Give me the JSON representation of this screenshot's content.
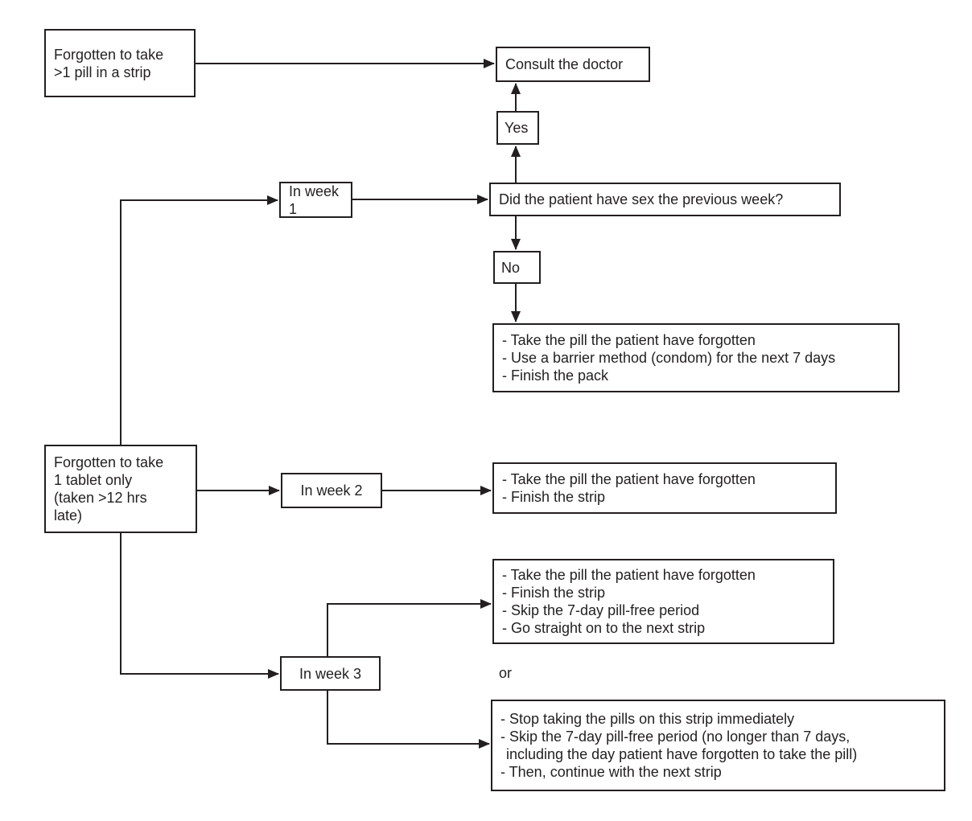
{
  "colors": {
    "background": "#ffffff",
    "ink": "#231f20"
  },
  "nodes": {
    "forgotten_multiple": "Forgotten to take\n>1 pill in a strip",
    "consult_doctor": "Consult the doctor",
    "yes": "Yes",
    "week1": "In week 1",
    "question": "Did the patient have sex the previous week?",
    "no": "No",
    "forgotten_single": "Forgotten to take\n1 tablet only\n(taken >12 hrs\nlate)",
    "week2": "In week 2",
    "week3": "In week 3",
    "or": "or"
  },
  "lists": {
    "week1_actions": [
      "- Take the pill the patient have forgotten",
      "- Use a barrier method (condom) for the next 7 days",
      "- Finish the pack"
    ],
    "week2_actions": [
      "- Take the pill the patient have forgotten",
      "- Finish the strip"
    ],
    "week3_option1": [
      "- Take the pill the patient have forgotten",
      "- Finish the strip",
      "- Skip the 7-day pill-free period",
      "- Go straight on to the next strip"
    ],
    "week3_option2": [
      "- Stop taking the pills on this strip immediately",
      "- Skip the 7-day pill-free period (no longer than 7 days,",
      "including the day patient have forgotten to take the pill)",
      "- Then, continue with the next strip"
    ]
  }
}
